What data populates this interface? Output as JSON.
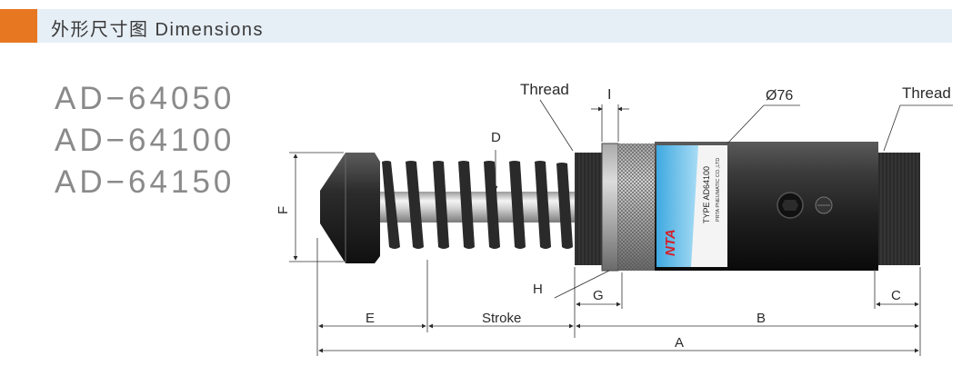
{
  "header": {
    "title": "外形尺寸图 Dimensions",
    "accent_color": "#e87722",
    "bar_color": "#e6eef6"
  },
  "models": [
    "AD−64050",
    "AD−64100",
    "AD−64150"
  ],
  "product": {
    "brand": "NTA",
    "type_label": "TYPE AD64100",
    "maker_label": "PRTA PNEUMATIC CO.,LTD"
  },
  "dimension_labels": {
    "thread_left": "Thread",
    "thread_right": "Thread",
    "I": "I",
    "diameter": "Ø76",
    "D": "D",
    "F": "F",
    "H": "H",
    "G": "G",
    "C": "C",
    "E": "E",
    "stroke": "Stroke",
    "B": "B",
    "A": "A"
  }
}
